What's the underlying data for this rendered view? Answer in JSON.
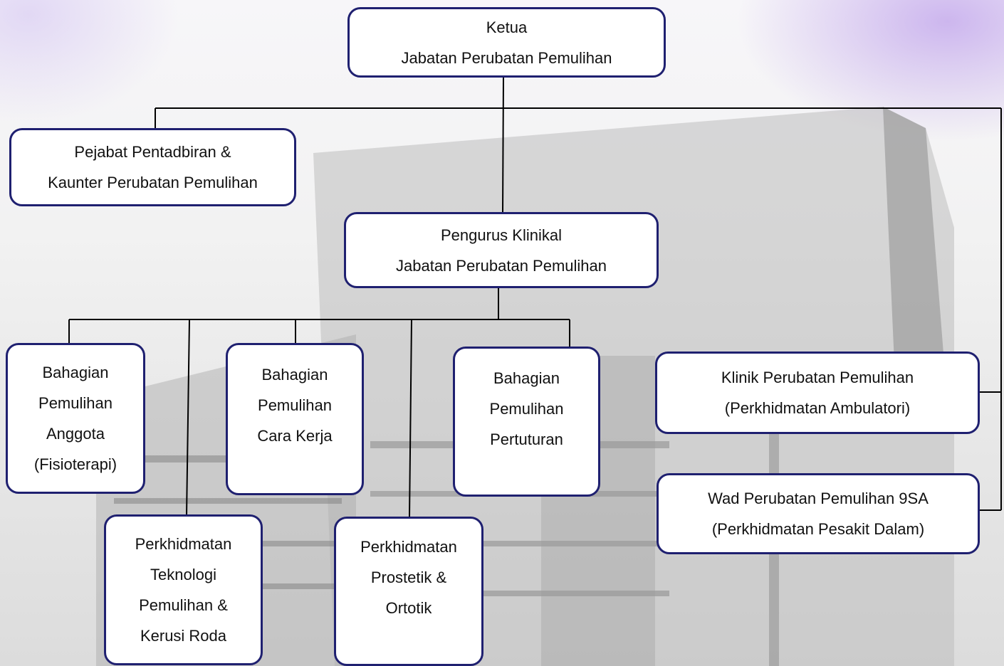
{
  "boxes": {
    "ketua": {
      "line1": "Ketua",
      "line2": "Jabatan Perubatan Pemulihan"
    },
    "pejabat": {
      "line1": "Pejabat Pentadbiran &",
      "line2": "Kaunter Perubatan Pemulihan"
    },
    "pengurus": {
      "line1": "Pengurus Klinikal",
      "line2": "Jabatan Perubatan Pemulihan"
    },
    "fisioterapi": {
      "line1": "Bahagian",
      "line2": "Pemulihan",
      "line3": "Anggota",
      "line4": "(Fisioterapi)"
    },
    "cara_kerja": {
      "line1": "Bahagian",
      "line2": "Pemulihan",
      "line3": "Cara Kerja"
    },
    "pertuturan": {
      "line1": "Bahagian",
      "line2": "Pemulihan",
      "line3": "Pertuturan"
    },
    "teknologi": {
      "line1": "Perkhidmatan",
      "line2": "Teknologi",
      "line3": "Pemulihan &",
      "line4": "Kerusi Roda"
    },
    "prostetik": {
      "line1": "Perkhidmatan",
      "line2": "Prostetik &",
      "line3": "Ortotik"
    },
    "klinik": {
      "line1": "Klinik Perubatan Pemulihan",
      "line2": "(Perkhidmatan Ambulatori)"
    },
    "wad": {
      "line1": "Wad Perubatan Pemulihan 9SA",
      "line2": "(Perkhidmatan Pesakit Dalam)"
    }
  },
  "colors": {
    "box_border": "#1f2070",
    "connector": "#000000"
  }
}
